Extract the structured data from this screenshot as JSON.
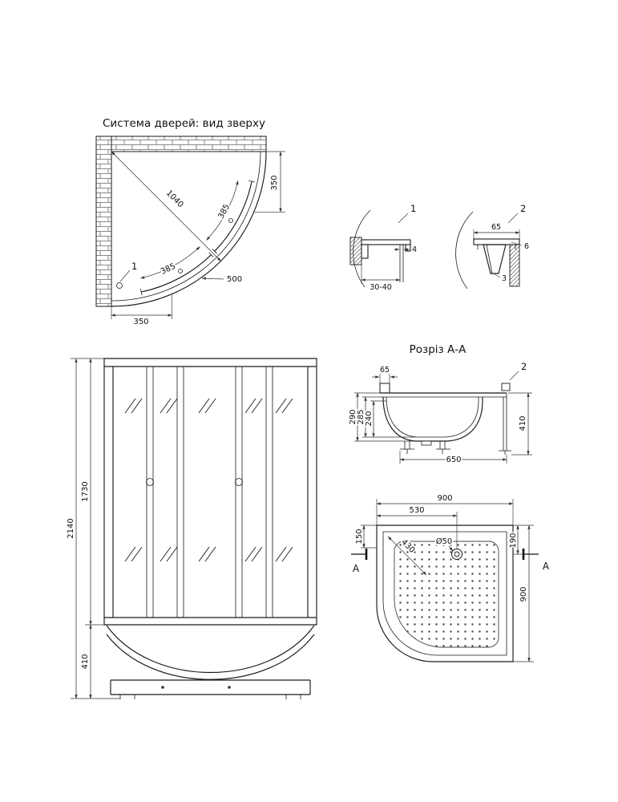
{
  "colors": {
    "line": "#1a1a1a",
    "background": "#ffffff"
  },
  "titles": {
    "door_system": "Система дверей: вид зверху",
    "section": "Розріз А-А"
  },
  "door_top_view": {
    "dim_diagonal": "1040",
    "dim_door_upper": "385",
    "dim_right": "350",
    "dim_door_lower": "385",
    "dim_radius": "500",
    "dim_bottom": "350",
    "callout_1": "1"
  },
  "detail_1": {
    "label": "1",
    "dim_range": "30-40",
    "dim_glass": "4"
  },
  "detail_2": {
    "label": "2",
    "dim_width": "65",
    "dim_gap": "6",
    "dim_seal": "3"
  },
  "section_aa": {
    "callout_2": "2",
    "dim_profile": "65",
    "dim_290": "290",
    "dim_285": "285",
    "dim_240": "240",
    "dim_650": "650",
    "dim_410": "410"
  },
  "front_view": {
    "dim_total": "2140",
    "dim_doors": "1730",
    "dim_tray": "410"
  },
  "tray_top_view": {
    "dim_900_w": "900",
    "dim_530": "530",
    "dim_150": "150",
    "dim_430": "430",
    "dim_drain": "Ø50",
    "dim_190": "190",
    "dim_900_h": "900",
    "marker_left": "А",
    "marker_right": "А"
  }
}
